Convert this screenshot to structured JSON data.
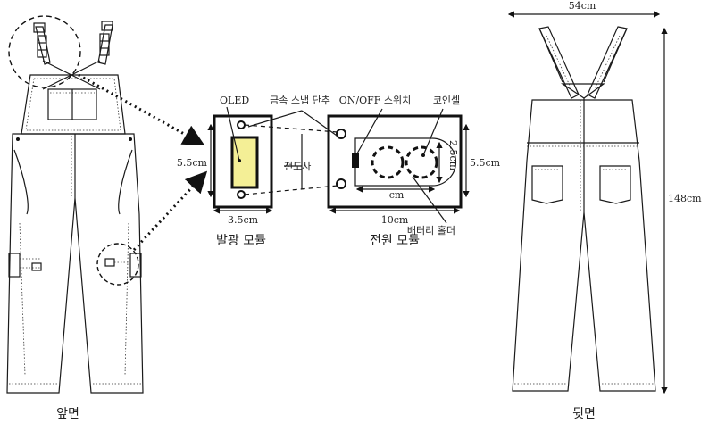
{
  "captions": {
    "front": "앞면",
    "back": "뒷면"
  },
  "dimensions": {
    "width": "54cm",
    "length": "148cm"
  },
  "light_module": {
    "title": "발광 모듈",
    "height": "5.5cm",
    "width": "3.5cm",
    "oled_label": "OLED",
    "oled_color": "#f4ef96"
  },
  "power_module": {
    "title": "전원 모듈",
    "height": "5.5cm",
    "width": "10cm",
    "holder_height": "2.5cm",
    "holder_width": "cm"
  },
  "labels": {
    "snap_button": "금속 스냅 단추",
    "switch": "ON/OFF 스위치",
    "coin_cell": "코인셀",
    "conductive_thread": "전도사",
    "battery_holder": "배터리 홀더"
  }
}
